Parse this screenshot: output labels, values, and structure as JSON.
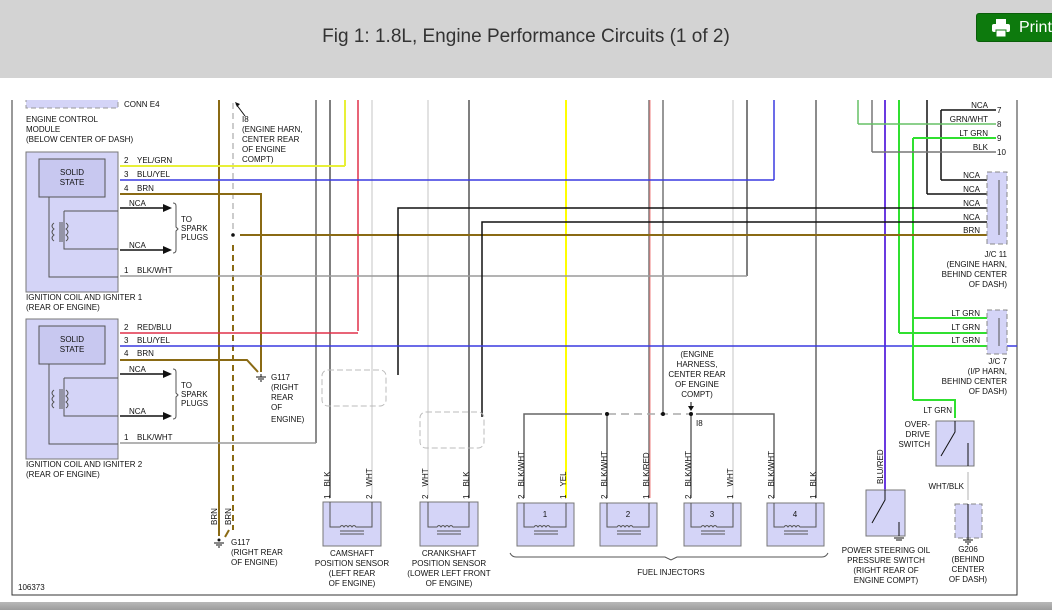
{
  "header": {
    "title": "Fig 1: 1.8L, Engine Performance Circuits (1 of 2)",
    "print_label": "Print"
  },
  "colors": {
    "header_bg": "#d3d3d3",
    "print_button": "#0d7a0d",
    "component_fill": "#d4d4f7",
    "wire_yel_grn": "#e8f038",
    "wire_blu_yel": "#3a3ae0",
    "wire_brn": "#8a6a14",
    "wire_red_blu": "#e0304a",
    "wire_lt_grn": "#30e030",
    "wire_blk": "#111111",
    "wire_blk_wht": "#9a9a9a",
    "wire_wht": "#d8d8d8"
  },
  "diagram": {
    "figure_id": "106373",
    "ecm": {
      "connector": "CONN E4",
      "label": [
        "ENGINE CONTROL",
        "MODULE",
        "(BELOW CENTER OF DASH)"
      ]
    },
    "splice_i8_top": {
      "id": "I8",
      "label": [
        "(ENGINE HARN,",
        "CENTER REAR",
        "OF ENGINE",
        "COMPT)"
      ]
    },
    "coil1": {
      "inner": [
        "SOLID",
        "STATE"
      ],
      "pins": [
        {
          "pin": "2",
          "wire": "YEL/GRN"
        },
        {
          "pin": "3",
          "wire": "BLU/YEL"
        },
        {
          "pin": "4",
          "wire": "BRN"
        },
        {
          "pin": "",
          "wire": "NCA"
        },
        {
          "pin": "",
          "wire": "NCA"
        },
        {
          "pin": "1",
          "wire": "BLK/WHT"
        }
      ],
      "spark": [
        "TO",
        "SPARK",
        "PLUGS"
      ],
      "label": [
        "IGNITION COIL AND IGNITER 1",
        "(REAR OF ENGINE)"
      ]
    },
    "coil2": {
      "inner": [
        "SOLID",
        "STATE"
      ],
      "pins": [
        {
          "pin": "2",
          "wire": "RED/BLU"
        },
        {
          "pin": "3",
          "wire": "BLU/YEL"
        },
        {
          "pin": "4",
          "wire": "BRN"
        },
        {
          "pin": "",
          "wire": "NCA"
        },
        {
          "pin": "",
          "wire": "NCA"
        },
        {
          "pin": "1",
          "wire": "BLK/WHT"
        }
      ],
      "spark": [
        "TO",
        "SPARK",
        "PLUGS"
      ],
      "label": [
        "IGNITION COIL AND IGNITER 2",
        "(REAR OF ENGINE)"
      ]
    },
    "g117_mid": {
      "label": [
        "G117",
        "(RIGHT",
        "REAR",
        "OF",
        "ENGINE)"
      ]
    },
    "g117_bottom": {
      "wires": [
        "BRN",
        "BRN"
      ],
      "label": [
        "G117",
        "(RIGHT REAR",
        "OF ENGINE)"
      ]
    },
    "camshaft": {
      "pins": [
        {
          "pin": "1",
          "wire": "BLK"
        },
        {
          "pin": "2",
          "wire": "WHT"
        }
      ],
      "label": [
        "CAMSHAFT",
        "POSITION SENSOR",
        "(LEFT REAR",
        "OF ENGINE)"
      ]
    },
    "crankshaft": {
      "pins": [
        {
          "pin": "2",
          "wire": "WHT"
        },
        {
          "pin": "1",
          "wire": "BLK"
        }
      ],
      "label": [
        "CRANKSHAFT",
        "POSITION SENSOR",
        "(LOWER LEFT FRONT",
        "OF ENGINE)"
      ]
    },
    "splice_i8_injectors": {
      "id": "I8",
      "label": [
        "(ENGINE",
        "HARNESS,",
        "CENTER REAR",
        "OF ENGINE",
        "COMPT)"
      ]
    },
    "injectors": {
      "label": "FUEL INJECTORS",
      "items": [
        {
          "num": "1",
          "pin2": "BLK/WHT",
          "pin1": "YEL"
        },
        {
          "num": "2",
          "pin2": "BLK/WHT",
          "pin1": "BLK/RED"
        },
        {
          "num": "3",
          "pin2": "BLK/WHT",
          "pin1": "WHT"
        },
        {
          "num": "4",
          "pin2": "BLK/WHT",
          "pin1": "BLK"
        }
      ]
    },
    "top_right_pins": [
      {
        "wire": "NCA",
        "pin": "7"
      },
      {
        "wire": "GRN/WHT",
        "pin": "8"
      },
      {
        "wire": "LT GRN",
        "pin": "9"
      },
      {
        "wire": "BLK",
        "pin": "10"
      }
    ],
    "jc11": {
      "wires": [
        "NCA",
        "NCA",
        "NCA",
        "NCA",
        "BRN"
      ],
      "label": [
        "J/C 11",
        "(ENGINE HARN,",
        "BEHIND CENTER",
        "OF DASH)"
      ]
    },
    "jc7": {
      "wires": [
        "LT GRN",
        "LT GRN",
        "LT GRN"
      ],
      "label": [
        "J/C 7",
        "(I/P HARN,",
        "BEHIND CENTER",
        "OF DASH)"
      ]
    },
    "overdrive": {
      "wire_in": "LT GRN",
      "wire_out": "WHT/BLK",
      "label": [
        "OVER-",
        "DRIVE",
        "SWITCH"
      ]
    },
    "ps_switch": {
      "wire": "BLU/RED",
      "label": [
        "POWER STEERING OIL",
        "PRESSURE SWITCH",
        "(RIGHT REAR OF",
        "ENGINE COMPT)"
      ]
    },
    "g206": {
      "label": [
        "G206",
        "(BEHIND",
        "CENTER",
        "OF DASH)"
      ]
    }
  }
}
